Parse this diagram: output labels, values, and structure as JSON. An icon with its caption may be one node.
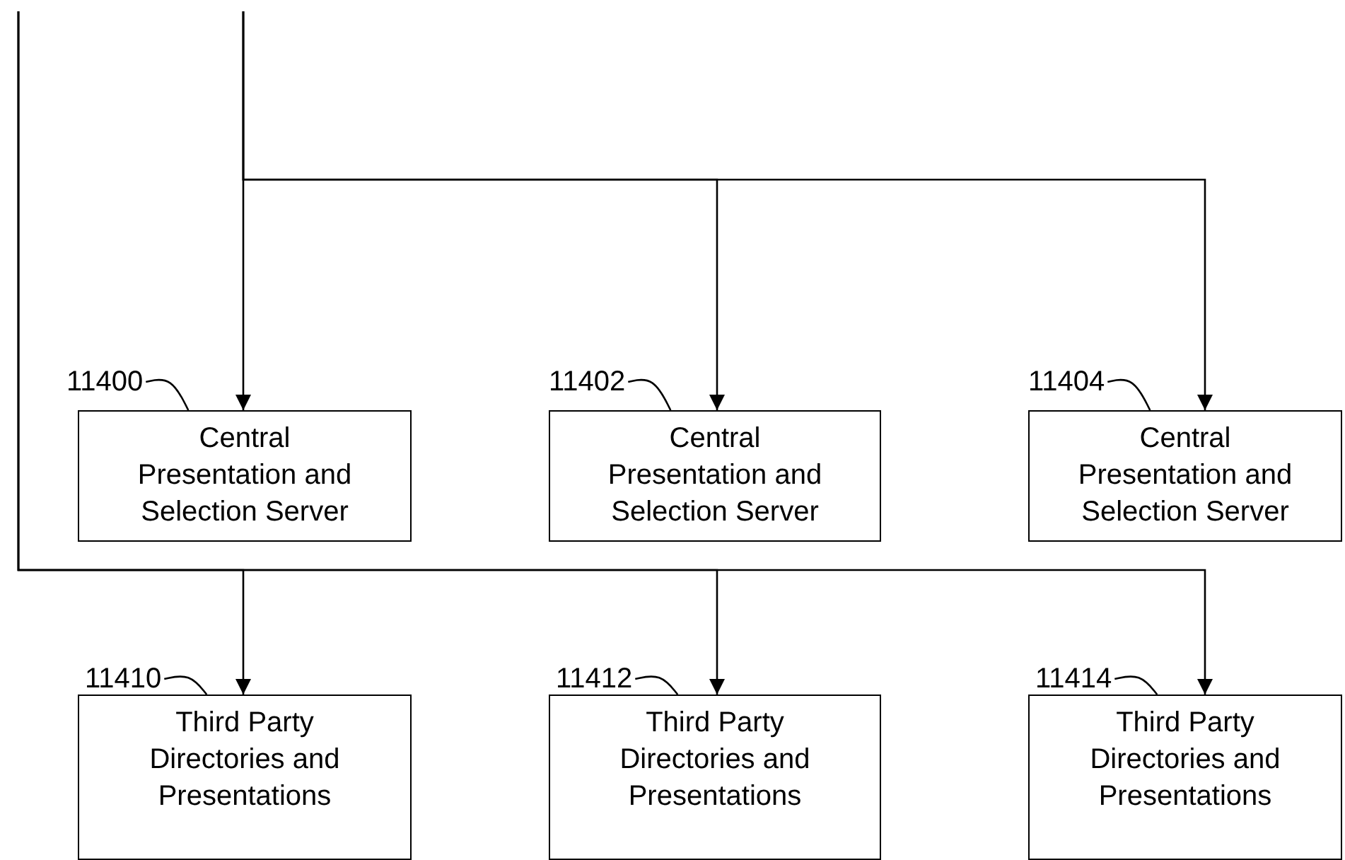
{
  "diagram": {
    "nodes": [
      {
        "text": [
          "Central Presentation and Selection Server"
        ]
      },
      {
        "text": [
          "Central Presentation and Selection Server"
        ]
      },
      {
        "text": [
          "Central Presentation and Selection Server"
        ]
      },
      {
        "text": [
          "Third Party Directories and Presentations"
        ]
      },
      {
        "text": [
          "Third Party Directories and Presentations"
        ]
      },
      {
        "text": [
          "Third Party Directories and Presentations"
        ]
      },
      {
        "text": [
          "11400"
        ]
      },
      {
        "text": [
          "11402"
        ]
      },
      {
        "text": [
          "11404"
        ]
      },
      {
        "text": [
          "11410"
        ]
      },
      {
        "text": [
          "11412"
        ]
      },
      {
        "text": [
          "11414"
        ]
      }
    ],
    "edges": [
      {
        "from": null,
        "to": 0,
        "arrow": "to"
      },
      {
        "from": null,
        "to": 1,
        "arrow": "to"
      },
      {
        "from": null,
        "to": 2,
        "arrow": "to"
      },
      {
        "from": null,
        "to": 3,
        "arrow": "to"
      },
      {
        "from": null,
        "to": 4,
        "arrow": "to"
      },
      {
        "from": null,
        "to": 5,
        "arrow": "to"
      },
      {
        "from": 6,
        "to": 0,
        "arrow": "none"
      },
      {
        "from": 7,
        "to": 1,
        "arrow": "none"
      },
      {
        "from": 8,
        "to": 2,
        "arrow": "none"
      },
      {
        "from": 9,
        "to": 3,
        "arrow": "none"
      },
      {
        "from": 10,
        "to": 4,
        "arrow": "none"
      },
      {
        "from": 11,
        "to": 5,
        "arrow": "none"
      }
    ]
  }
}
